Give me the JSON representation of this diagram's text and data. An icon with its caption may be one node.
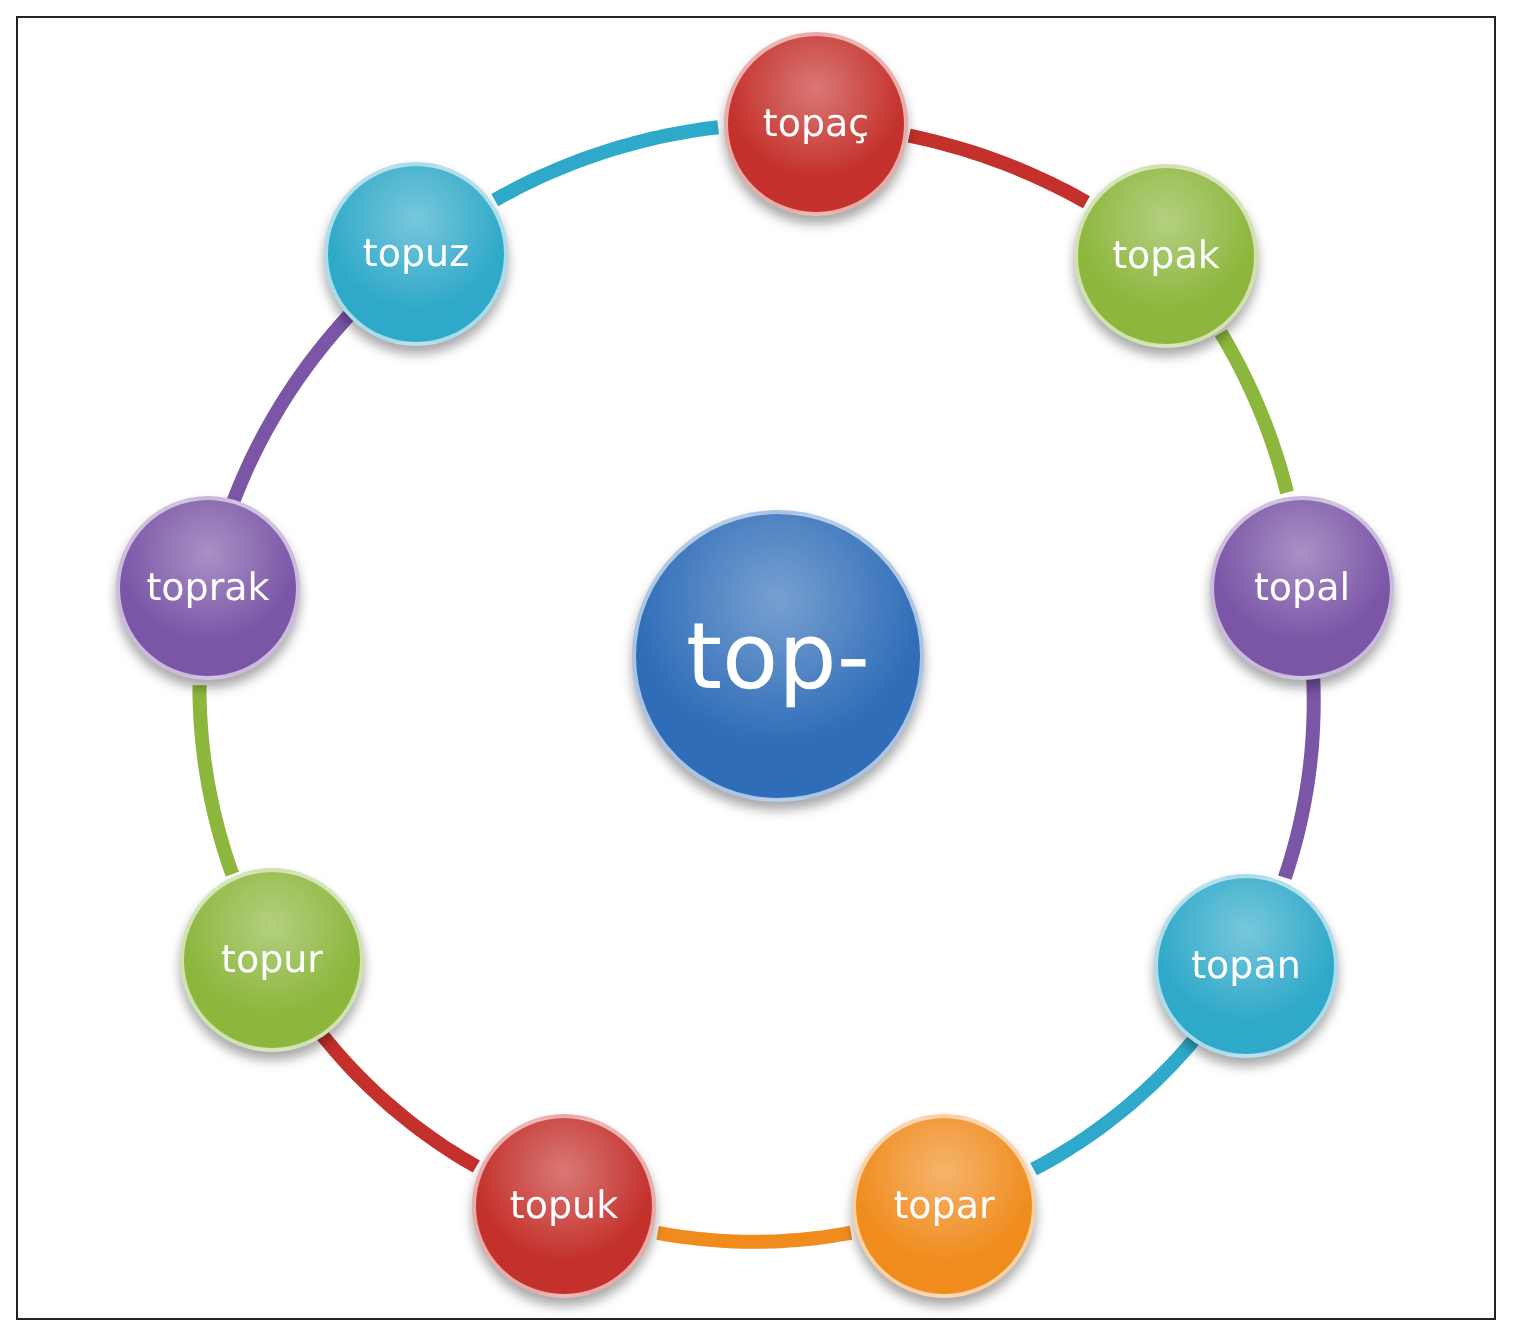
{
  "diagram": {
    "nodes": [
      {
        "text": [
          "top-"
        ]
      },
      {
        "text": [
          "topaç"
        ]
      },
      {
        "text": [
          "topak"
        ]
      },
      {
        "text": [
          "topal"
        ]
      },
      {
        "text": [
          "topan"
        ]
      },
      {
        "text": [
          "topar"
        ]
      },
      {
        "text": [
          "topuk"
        ]
      },
      {
        "text": [
          "topur"
        ]
      },
      {
        "text": [
          "toprak"
        ]
      },
      {
        "text": [
          "topuz"
        ]
      }
    ],
    "edges": [
      {
        "from": 1,
        "to": 2,
        "arrow": "none",
        "color": "#c4302b"
      },
      {
        "from": 2,
        "to": 3,
        "arrow": "none",
        "color": "#8cb63c"
      },
      {
        "from": 3,
        "to": 4,
        "arrow": "none",
        "color": "#7b55a6"
      },
      {
        "from": 4,
        "to": 5,
        "arrow": "none",
        "color": "#2fa9c9"
      },
      {
        "from": 5,
        "to": 6,
        "arrow": "none",
        "color": "#f08c1e"
      },
      {
        "from": 6,
        "to": 7,
        "arrow": "none",
        "color": "#c4302b"
      },
      {
        "from": 7,
        "to": 8,
        "arrow": "none",
        "color": "#8cb63c"
      },
      {
        "from": 8,
        "to": 9,
        "arrow": "none",
        "color": "#7b55a6"
      },
      {
        "from": 9,
        "to": 1,
        "arrow": "none",
        "color": "#2fa9c9"
      }
    ]
  }
}
